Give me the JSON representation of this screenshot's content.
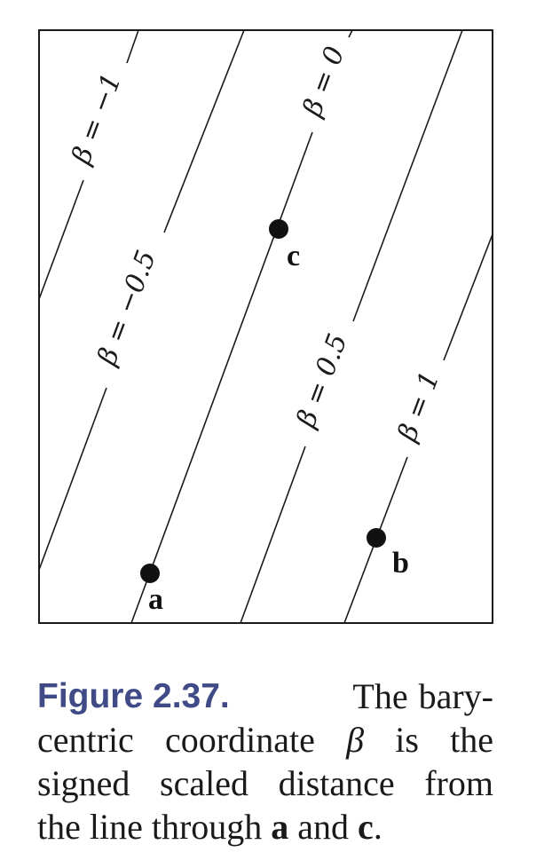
{
  "diagram": {
    "isolines": [
      {
        "id": "m1",
        "label": "β = −1"
      },
      {
        "id": "m05",
        "label": "β = −0.5"
      },
      {
        "id": "z",
        "label": "β = 0"
      },
      {
        "id": "p05",
        "label": "β = 0.5"
      },
      {
        "id": "p1",
        "label": "β = 1"
      }
    ],
    "points": [
      {
        "id": "a",
        "label": "a"
      },
      {
        "id": "b",
        "label": "b"
      },
      {
        "id": "c",
        "label": "c"
      }
    ]
  },
  "caption": {
    "figure_number": "Figure 2.37.",
    "line1_rest": [
      "The",
      "bary-"
    ],
    "line2": [
      "centric",
      "coordinate",
      "β",
      "is",
      "the"
    ],
    "line3": [
      "signed",
      "scaled",
      "distance",
      "from"
    ],
    "line4_prefix": "the line through ",
    "line4_a": "a",
    "line4_and": " and ",
    "line4_c": "c",
    "line4_end": "."
  }
}
